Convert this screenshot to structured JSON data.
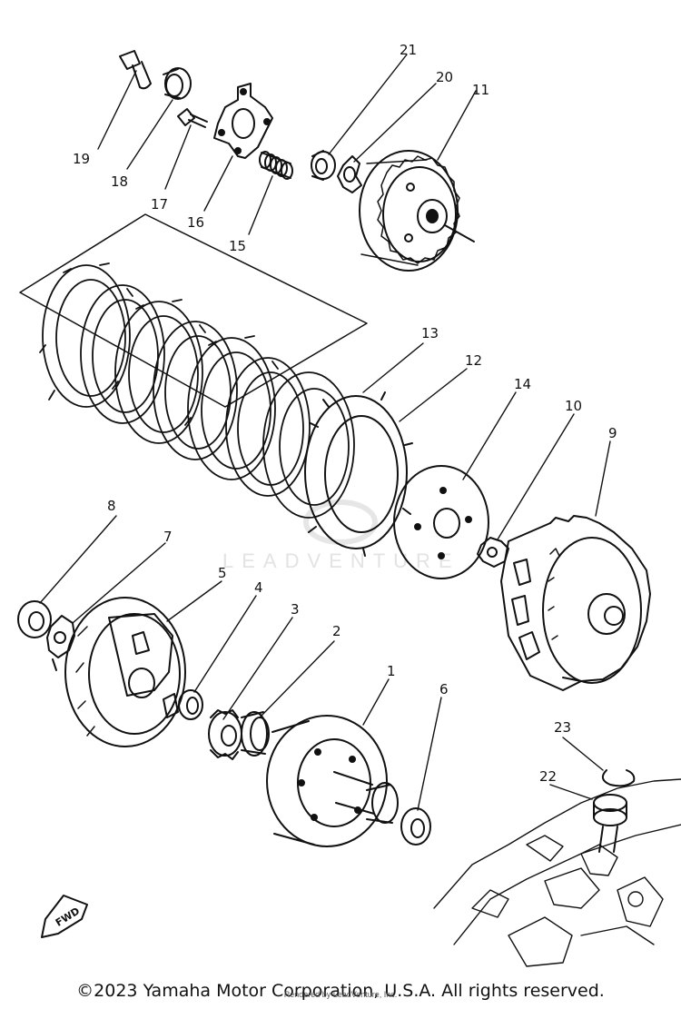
{
  "diagram": {
    "watermark": "LEADVENTURE",
    "fwd_label": "FWD",
    "parts": [
      {
        "id": "1"
      },
      {
        "id": "2"
      },
      {
        "id": "3"
      },
      {
        "id": "4"
      },
      {
        "id": "5"
      },
      {
        "id": "6"
      },
      {
        "id": "7"
      },
      {
        "id": "8"
      },
      {
        "id": "9"
      },
      {
        "id": "10"
      },
      {
        "id": "11"
      },
      {
        "id": "12"
      },
      {
        "id": "13"
      },
      {
        "id": "14"
      },
      {
        "id": "15"
      },
      {
        "id": "16"
      },
      {
        "id": "17"
      },
      {
        "id": "18"
      },
      {
        "id": "19"
      },
      {
        "id": "20"
      },
      {
        "id": "21"
      },
      {
        "id": "22"
      },
      {
        "id": "23"
      }
    ]
  },
  "footer": {
    "copyright": "©2023 Yamaha Motor Corporation, U.S.A. All rights reserved.",
    "credit": "Rendered by LeadVenture, Inc."
  }
}
